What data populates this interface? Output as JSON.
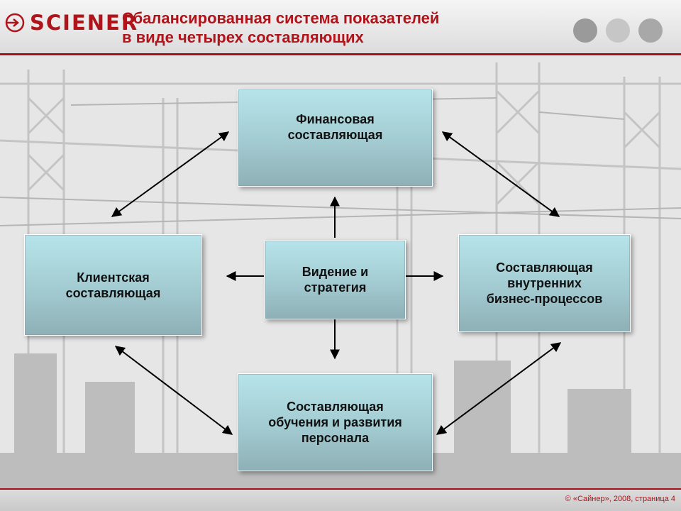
{
  "header": {
    "logo_text": "SCIENER",
    "title_line1": "Сбалансированная система показателей",
    "title_line2": "в виде четырех составляющих",
    "dot_colors": [
      "#9a9a9a",
      "#c6c6c6",
      "#a8a8a8"
    ]
  },
  "diagram": {
    "center": "Видение и\nстратегия",
    "top": "Финансовая\nсоставляющая",
    "left": "Клиентская\nсоставляющая",
    "right": "Составляющая\nвнутренних\nбизнес-процессов",
    "bottom": "Составляющая\nобучения и развития\nперсонала"
  },
  "footer": {
    "text": "© «Сайнер», 2008, страница 4"
  },
  "colors": {
    "brand_red": "#b01319",
    "box_fill": "#a8d4da"
  }
}
